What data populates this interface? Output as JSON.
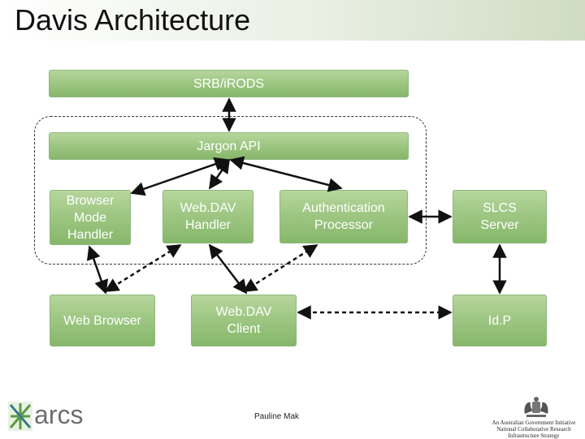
{
  "title": "Davis Architecture",
  "boxes": {
    "srb": "SRB/iRODS",
    "jargon": "Jargon API",
    "browser_mode": "Browser\nMode\nHandler",
    "webdav_handler": "Web.DAV\nHandler",
    "auth": "Authentication\nProcessor",
    "slcs": "SLCS\nServer",
    "web_browser": "Web Browser",
    "webdav_client": "Web.DAV\nClient",
    "idp": "Id.P"
  },
  "footer": {
    "presenter": "Pauline Mak",
    "logo_text": "arcs",
    "gov_text": "An Australian Government Initiative\nNational Collaborative Research\nInfrastructure Strategy"
  },
  "colors": {
    "box": "#9fc784",
    "box_border": "#8fb87e",
    "arrow": "#111111"
  }
}
